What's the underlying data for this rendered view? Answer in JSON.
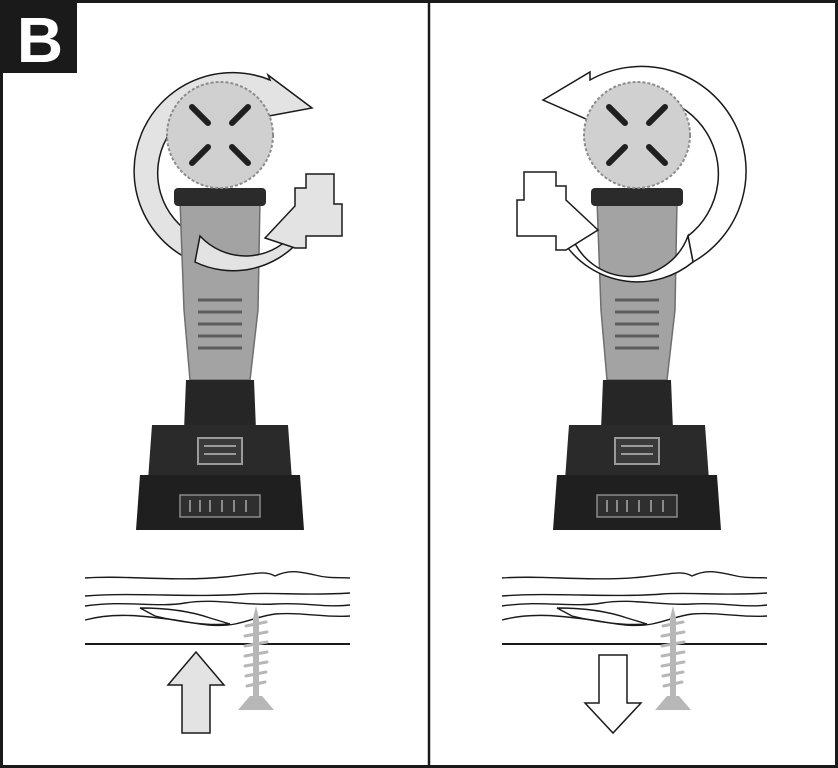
{
  "figure": {
    "label": "B",
    "colors": {
      "frame": "#1a1a1a",
      "badge_bg": "#1a1a1a",
      "badge_text": "#ffffff",
      "arrow_fill": "#e3e3e3",
      "arrow_outline_fill": "#ffffff",
      "drill_body": "#a3a3a3",
      "drill_grip": "#262626",
      "battery": "#1f1f1f",
      "chuck": "#d0d0d0",
      "screw": "#b7b7b7",
      "wood_line": "#1a1a1a"
    }
  },
  "panels": [
    {
      "name": "left",
      "rotation": "clockwise",
      "direction_arrow": "up",
      "battery_label": "",
      "icons": [
        "rotation-clockwise-icon",
        "drill-icon",
        "wood-board-icon",
        "screw-icon",
        "arrow-up-icon"
      ]
    },
    {
      "name": "right",
      "rotation": "counterclockwise",
      "direction_arrow": "down",
      "battery_label": "",
      "icons": [
        "rotation-counterclockwise-icon",
        "drill-icon",
        "wood-board-icon",
        "screw-icon",
        "arrow-down-icon"
      ]
    }
  ]
}
